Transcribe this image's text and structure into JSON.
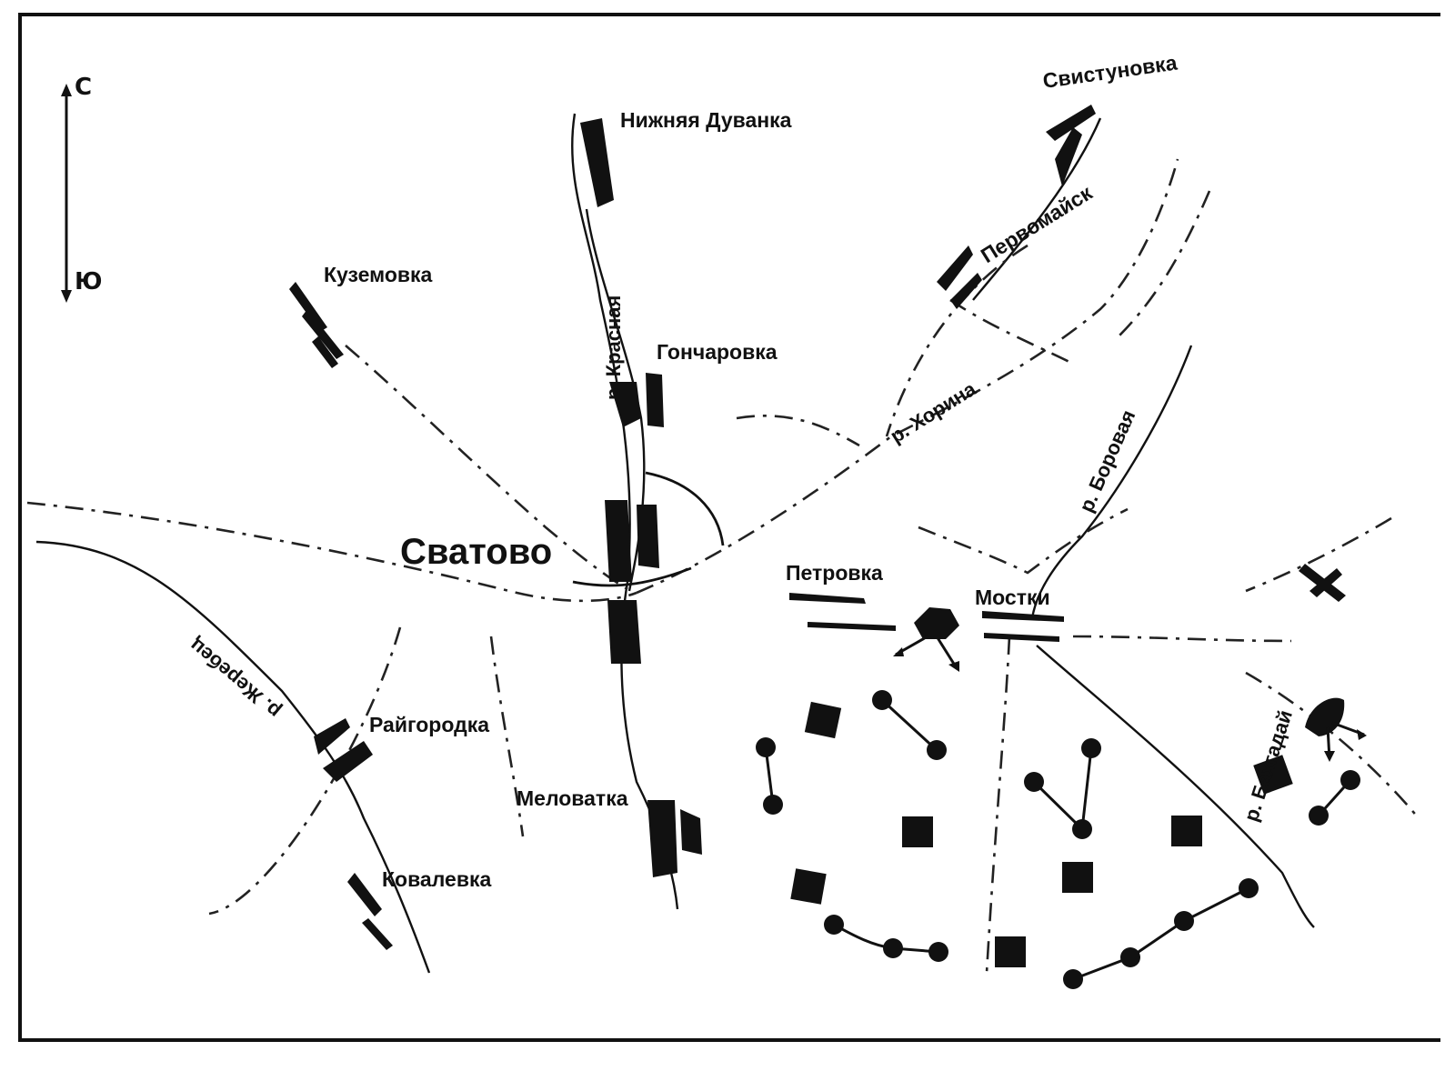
{
  "compass": {
    "north": "С",
    "south": "Ю"
  },
  "main_city": "Сватово",
  "towns": {
    "nizhnyaya_duvanka": "Нижняя Дуванка",
    "svistunovka": "Свистуновка",
    "pervomaysk": "Первомайск",
    "kuzemovka": "Куземовка",
    "goncharovka": "Гончаровка",
    "petrovka": "Петровка",
    "mostki": "Мостки",
    "raygorodka": "Райгородка",
    "melovatka": "Меловатка",
    "kovalevka": "Ковалевка"
  },
  "rivers": {
    "krasnaya": "р. Красная",
    "khorina": "р. Хорина",
    "borovaya": "р. Боровая",
    "zherebets": "р. Жеребец",
    "bakhgaday": "р. Бахгадай"
  }
}
